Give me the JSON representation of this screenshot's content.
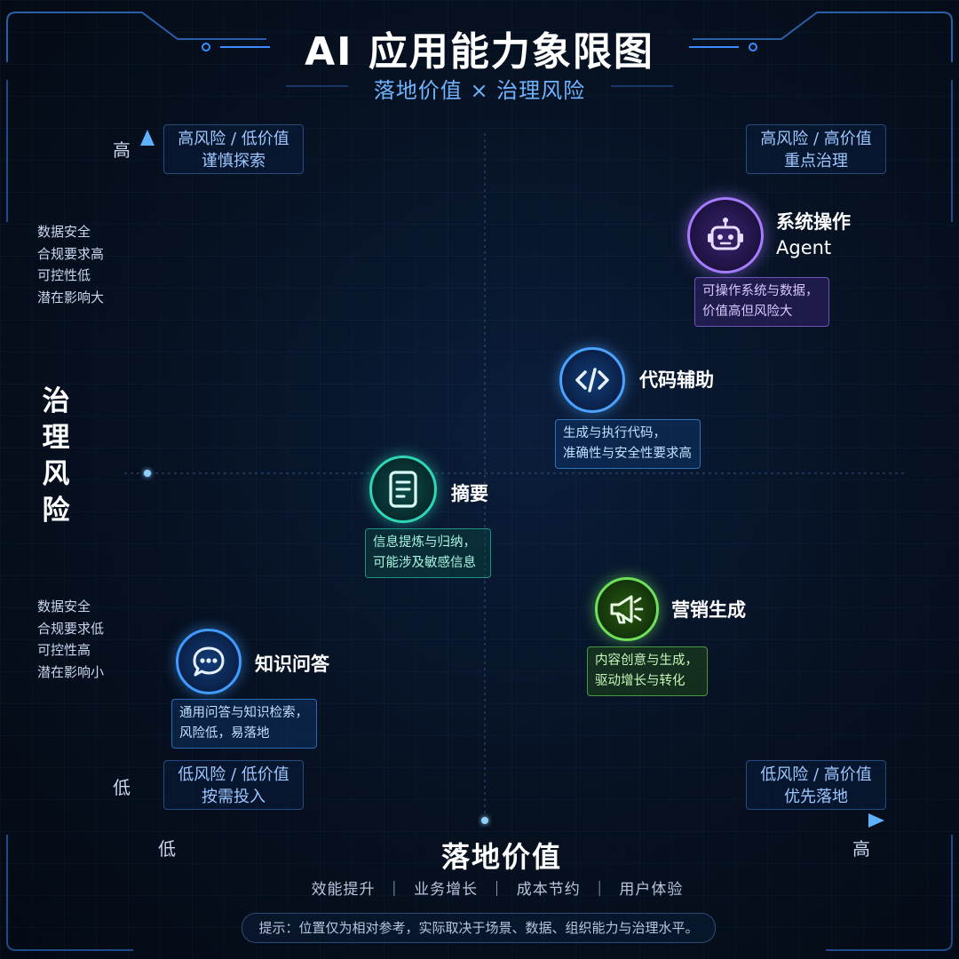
{
  "title": "AI 应用能力象限图",
  "subtitle": "落地价值 × 治理风险",
  "axes": {
    "y_title": [
      "治",
      "理",
      "风",
      "险"
    ],
    "y_high": "高",
    "y_low": "低",
    "x_title": "落地价值",
    "x_low": "低",
    "x_high": "高",
    "x_sub": "效能提升  ｜  业务增长  ｜  成本节约  ｜  用户体验",
    "y_high_desc": [
      "数据安全",
      "合规要求高",
      "可控性低",
      "潜在影响大"
    ],
    "y_low_desc": [
      "数据安全",
      "合规要求低",
      "可控性高",
      "潜在影响小"
    ]
  },
  "quadrants": {
    "top_left": [
      "高风险 / 低价值",
      "谨慎探索"
    ],
    "top_right": [
      "高风险 / 高价值",
      "重点治理"
    ],
    "bottom_left": [
      "低风险 / 低价值",
      "按需投入"
    ],
    "bottom_right": [
      "低风险 / 高价值",
      "优先落地"
    ]
  },
  "apps": {
    "agent": {
      "label1": "系统操作",
      "label2": "Agent",
      "desc": [
        "可操作系统与数据，",
        "价值高但风险大"
      ],
      "icon": "robot-icon",
      "color": "#a57cff"
    },
    "code": {
      "label": "代码辅助",
      "desc": [
        "生成与执行代码，",
        "准确性与安全性要求高"
      ],
      "icon": "code-icon",
      "color": "#4aa3ff"
    },
    "summary": {
      "label": "摘要",
      "desc": [
        "信息提炼与归纳，",
        "可能涉及敏感信息"
      ],
      "icon": "document-icon",
      "color": "#2fd6b5"
    },
    "marketing": {
      "label": "营销生成",
      "desc": [
        "内容创意与生成，",
        "驱动增长与转化"
      ],
      "icon": "megaphone-icon",
      "color": "#6fe05a"
    },
    "qa": {
      "label": "知识问答",
      "desc": [
        "通用问答与知识检索，",
        "风险低，易落地"
      ],
      "icon": "chat-icon",
      "color": "#3f9bff"
    }
  },
  "note": "提示：位置仅为相对参考，实际取决于场景、数据、组织能力与治理水平。"
}
